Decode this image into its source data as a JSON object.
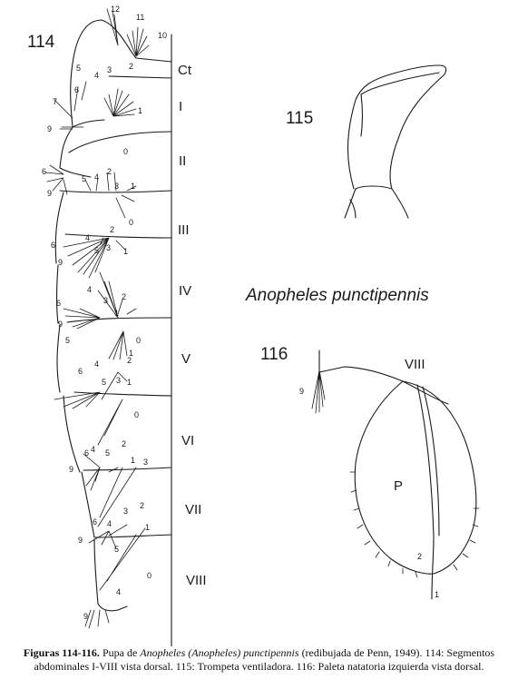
{
  "figure_labels": {
    "fig114": "114",
    "fig115": "115",
    "fig116": "116",
    "species": "Anopheles punctipennis"
  },
  "segments": [
    "Ct",
    "I",
    "II",
    "III",
    "IV",
    "V",
    "VI",
    "VII",
    "VIII"
  ],
  "seta_numbers": {
    "top": [
      "12",
      "11",
      "10"
    ],
    "ct": [
      "5",
      "4",
      "3",
      "2",
      "6",
      "7",
      "1",
      "9"
    ],
    "ii": [
      "0",
      "6",
      "9",
      "5",
      "4",
      "2",
      "3",
      "1",
      "0"
    ],
    "iii": [
      "2",
      "6",
      "4",
      "9",
      "5",
      "3",
      "1"
    ],
    "iv": [
      "6",
      "4",
      "3",
      "2",
      "9",
      "5",
      "1"
    ],
    "v": [
      "0",
      "1",
      "6",
      "4",
      "2",
      "5",
      "3",
      "1"
    ],
    "vi": [
      "0",
      "6",
      "4",
      "5",
      "2",
      "9",
      "1",
      "3"
    ],
    "vii": [
      "3",
      "2",
      "6",
      "4",
      "1",
      "9",
      "5"
    ],
    "viii": [
      "0",
      "4",
      "9"
    ],
    "paddle": [
      "9",
      "2",
      "1"
    ]
  },
  "paddle_labels": {
    "segment": "VIII",
    "paddle": "P"
  },
  "caption": {
    "title": "Figuras 114-116.",
    "text1": " Pupa de ",
    "italic": "Anopheles (Anopheles) punctipennis",
    "text2": " (redibujada de Penn, 1949). 114: Segmentos abdominales I-VIII vista dorsal. 115: Trompeta ventiladora. 116: Paleta natatoria izquierda vista dorsal."
  }
}
